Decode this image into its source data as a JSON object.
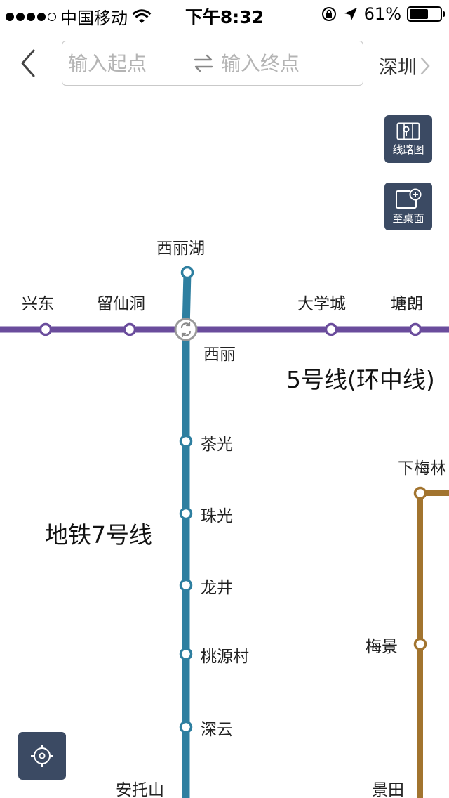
{
  "status_bar": {
    "carrier": "中国移动",
    "time": "下午8:32",
    "battery": "61%",
    "battery_level": 0.61
  },
  "nav": {
    "start_placeholder": "输入起点",
    "end_placeholder": "输入终点",
    "city": "深圳",
    "icons": [
      "back-arrow-icon",
      "swap-icon",
      "chevron-right-icon"
    ]
  },
  "map_buttons": {
    "route_map": "线路图",
    "to_desktop": "至桌面"
  },
  "lines": {
    "line5": "5号线(环中线)",
    "line7": "地铁7号线"
  },
  "stations": {
    "xilihu": "西丽湖",
    "xingdong": "兴东",
    "liuxiandong": "留仙洞",
    "daxuecheng": "大学城",
    "tanglang": "塘朗",
    "xili": "西丽",
    "chaguang": "茶光",
    "zhuguang": "珠光",
    "longjing": "龙井",
    "taoyuancun": "桃源村",
    "shenyun": "深云",
    "antuoshan": "安托山",
    "xiameilin": "下梅林",
    "meijing": "梅景",
    "jingtian": "景田"
  },
  "colors": {
    "line5": "#6a4c9c",
    "line7": "#2e7fa0",
    "line9": "#a2742f",
    "button_bg": "#3b4a63"
  }
}
